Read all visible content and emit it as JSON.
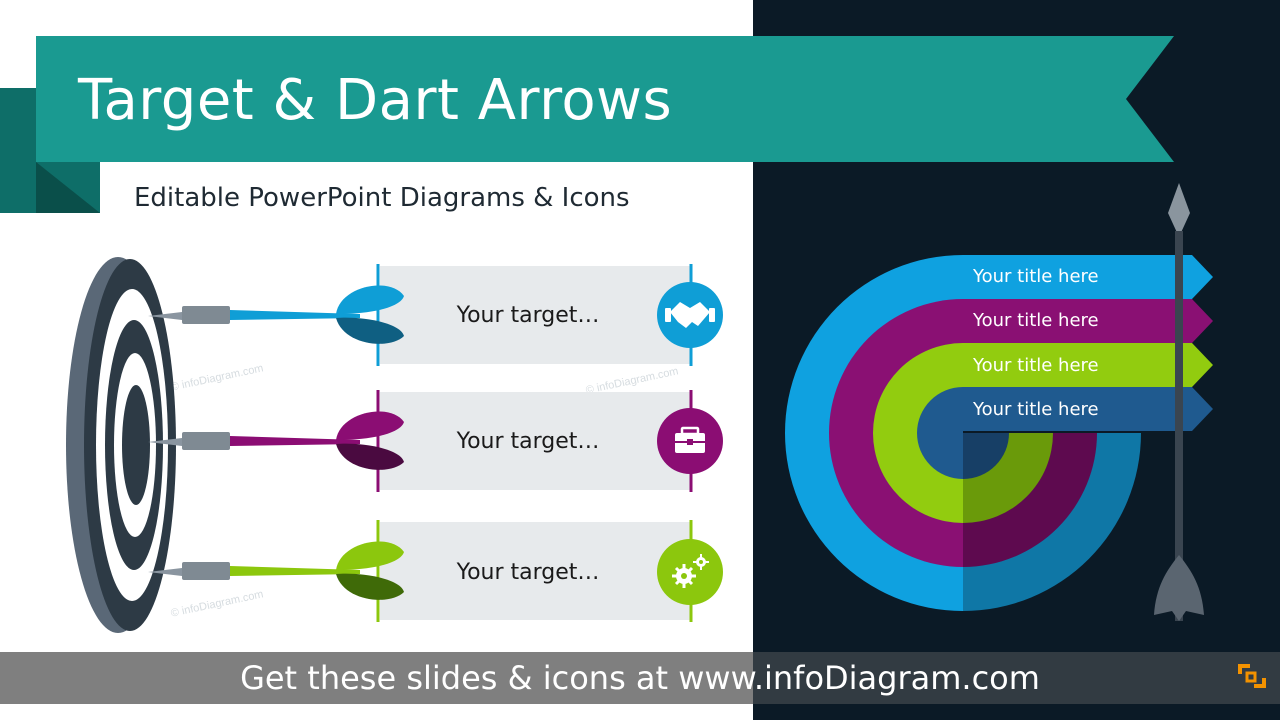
{
  "header": {
    "title": "Target & Dart Arrows",
    "subtitle": "Editable PowerPoint Diagrams & Icons"
  },
  "left_diagram": {
    "rows": [
      {
        "label": "Your target…",
        "color": "#0f9ed6",
        "dark": "#0f5f82",
        "icon": "handshake-icon"
      },
      {
        "label": "Your target…",
        "color": "#8b0d73",
        "dark": "#4a0a40",
        "icon": "toolbox-icon"
      },
      {
        "label": "Your target…",
        "color": "#8cc70d",
        "dark": "#3f6a08",
        "icon": "gears-icon"
      }
    ]
  },
  "right_diagram": {
    "items": [
      {
        "label": "Your title here",
        "color": "#0fa1e0"
      },
      {
        "label": "Your title here",
        "color": "#8a1073"
      },
      {
        "label": "Your title here",
        "color": "#92cc0f"
      },
      {
        "label": "Your title here",
        "color": "#1f5a8f"
      }
    ]
  },
  "footer": {
    "text": "Get these slides & icons at www.infoDiagram.com"
  },
  "watermark": {
    "text": "© infoDiagram.com"
  },
  "colors": {
    "banner": "#1a9a91",
    "banner_dark": "#0f6f69",
    "dark_bg": "#0b1a26"
  }
}
